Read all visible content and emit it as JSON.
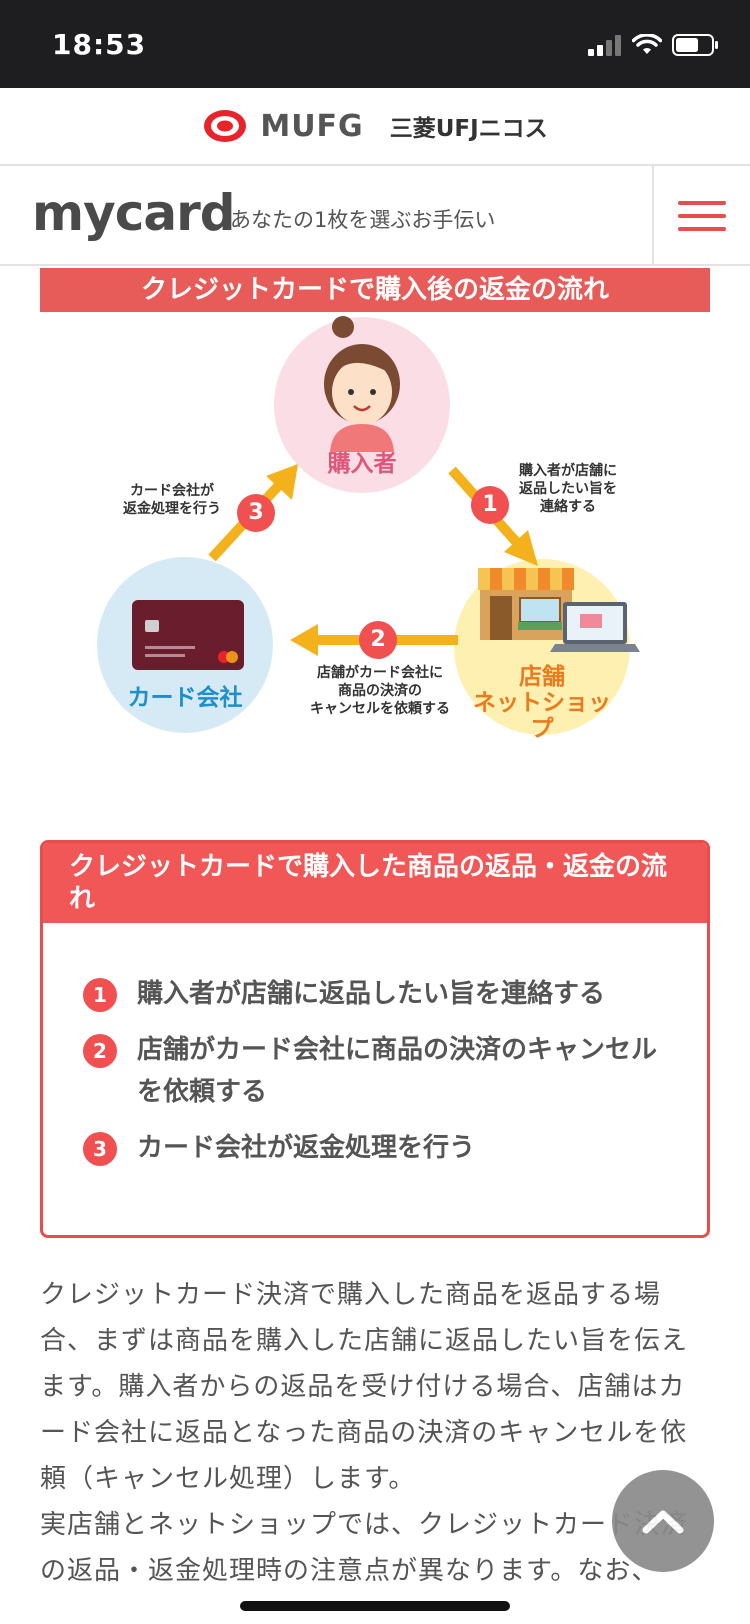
{
  "status_bar": {
    "time": "18:53"
  },
  "brand": {
    "mufg": "MUFG",
    "nicos": "三菱UFJニコス"
  },
  "header": {
    "logo": "mycard",
    "tagline": "あなたの1枚を選ぶお手伝い"
  },
  "figure": {
    "title": "クレジットカードで購入後の返金の流れ",
    "nodes": {
      "buyer": "購入者",
      "store_line1": "店舗",
      "store_line2": "ネットショップ",
      "card": "カード会社"
    },
    "steps": [
      {
        "num": "1",
        "lines": [
          "購入者が店舗に",
          "返品したい旨を",
          "連絡する"
        ]
      },
      {
        "num": "2",
        "lines": [
          "店舗がカード会社に",
          "商品の決済の",
          "キャンセルを依頼する"
        ]
      },
      {
        "num": "3",
        "lines": [
          "カード会社が",
          "返金処理を行う"
        ]
      }
    ]
  },
  "box": {
    "title": "クレジットカードで購入した商品の返品・返金の流れ",
    "items": [
      {
        "num": "1",
        "text": "購入者が店舗に返品したい旨を連絡する"
      },
      {
        "num": "2",
        "text": "店舗がカード会社に商品の決済のキャンセルを依頼する"
      },
      {
        "num": "3",
        "text": "カード会社が返金処理を行う"
      }
    ]
  },
  "paragraphs": [
    "クレジットカード決済で購入した商品を返品する場合、まずは商品を購入した店舗に返品したい旨を伝えます。購入者からの返品を受け付ける場合、店舗はカード会社に返品となった商品の決済のキャンセルを依頼（キャンセル処理）します。",
    "実店舗とネットショップでは、クレジットカード決済の返品・返金処理時の注意点が異なります。なお、"
  ],
  "colors": {
    "accent": "#e84c4c",
    "title_bg": "#e75b58",
    "arrow": "#f3b21b",
    "buyer_circle": "#fbdde6",
    "store_circle": "#fdf0b0",
    "card_circle": "#d5eaf4"
  },
  "icons": [
    "signal-icon",
    "wifi-icon",
    "battery-icon",
    "mufg-logo-icon",
    "menu-icon",
    "chevron-up-icon",
    "credit-card-icon",
    "storefront-icon",
    "laptop-icon",
    "person-icon"
  ]
}
